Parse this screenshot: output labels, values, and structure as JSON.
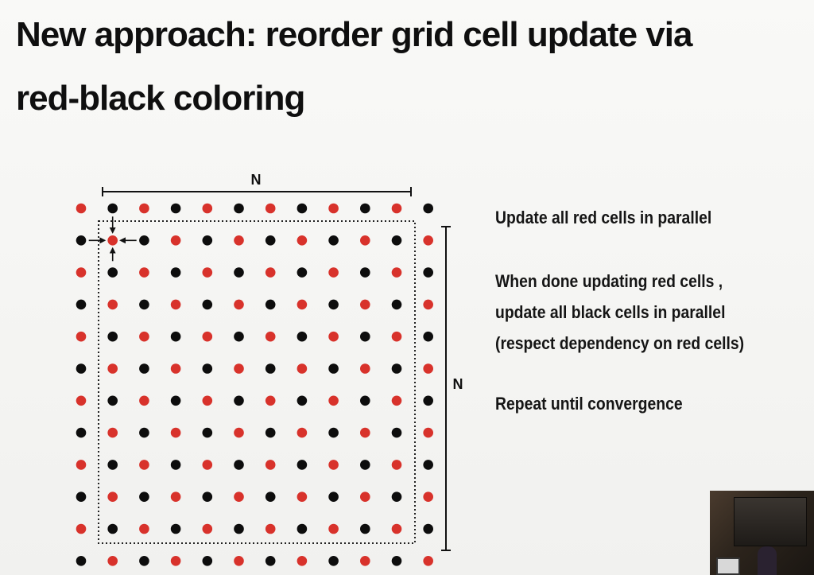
{
  "slide": {
    "title_line1": "New approach: reorder grid cell update via",
    "title_line2": "red-black coloring",
    "dimension_top_label": "N",
    "dimension_right_label": "N",
    "bullets": {
      "b1": "Update all red cells in parallel",
      "b2_line1": "When done updating red cells ,",
      "b2_line2": "update all black cells in parallel",
      "b2_line3": "(respect dependency on red cells)",
      "b3": "Repeat until convergence"
    }
  },
  "grid": {
    "rows": 12,
    "cols": 12,
    "pattern": "checkerboard",
    "first_cell_color": "red",
    "highlighted_cell": {
      "row": 1,
      "col": 1
    }
  },
  "colors": {
    "red": "#d8322b",
    "black": "#0d0d0d",
    "text": "#111111"
  }
}
